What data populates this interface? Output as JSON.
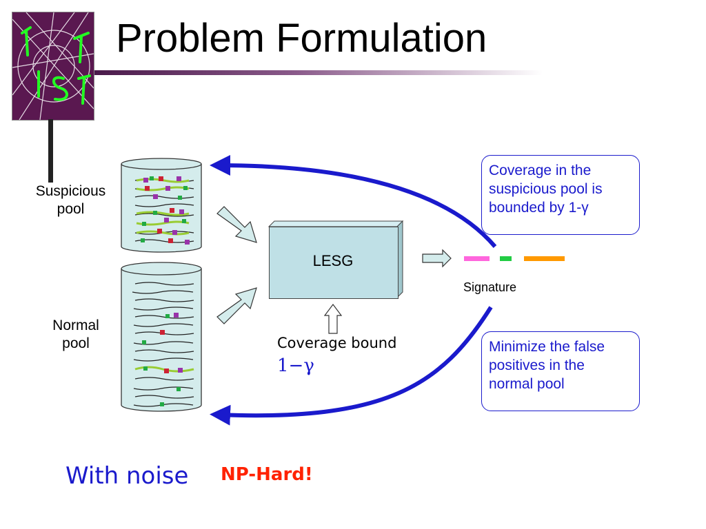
{
  "slide": {
    "title": "Problem Formulation"
  },
  "logo": {
    "icon": "ist-logo-icon",
    "background": "#5a1850"
  },
  "pools": {
    "suspicious_label": "Suspicious\npool",
    "normal_label": "Normal\npool"
  },
  "process": {
    "box_label": "LESG",
    "output_label": "Signature",
    "coverage_bound_label": "Coverage bound",
    "coverage_bound_value": "1−γ"
  },
  "callouts": {
    "top": "Coverage in the suspicious pool is bounded by 1-γ",
    "bottom": "Minimize the false positives in the normal pool"
  },
  "footer": {
    "with_noise": "With noise",
    "np_hard": "NP-Hard!"
  },
  "colors": {
    "arrow_blue": "#1a1acc",
    "cylinder_fill": "#d4ecec",
    "box_fill": "#bfe0e6",
    "signature_pink": "#ff66dd",
    "signature_green": "#22cc44",
    "signature_orange": "#ff9900",
    "np_hard_red": "#ff2200"
  }
}
